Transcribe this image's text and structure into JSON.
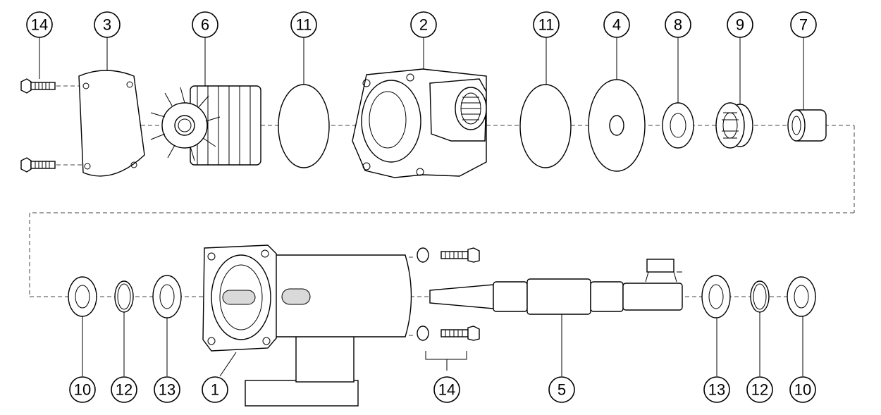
{
  "diagram": {
    "callouts": [
      {
        "label": "14"
      },
      {
        "label": "3"
      },
      {
        "label": "6"
      },
      {
        "label": "11"
      },
      {
        "label": "2"
      },
      {
        "label": "11"
      },
      {
        "label": "4"
      },
      {
        "label": "8"
      },
      {
        "label": "9"
      },
      {
        "label": "7"
      },
      {
        "label": "10"
      },
      {
        "label": "12"
      },
      {
        "label": "13"
      },
      {
        "label": "1"
      },
      {
        "label": "14"
      },
      {
        "label": "5"
      },
      {
        "label": "13"
      },
      {
        "label": "12"
      },
      {
        "label": "10"
      }
    ],
    "colors": {
      "line": "#000000",
      "background": "#ffffff"
    }
  }
}
